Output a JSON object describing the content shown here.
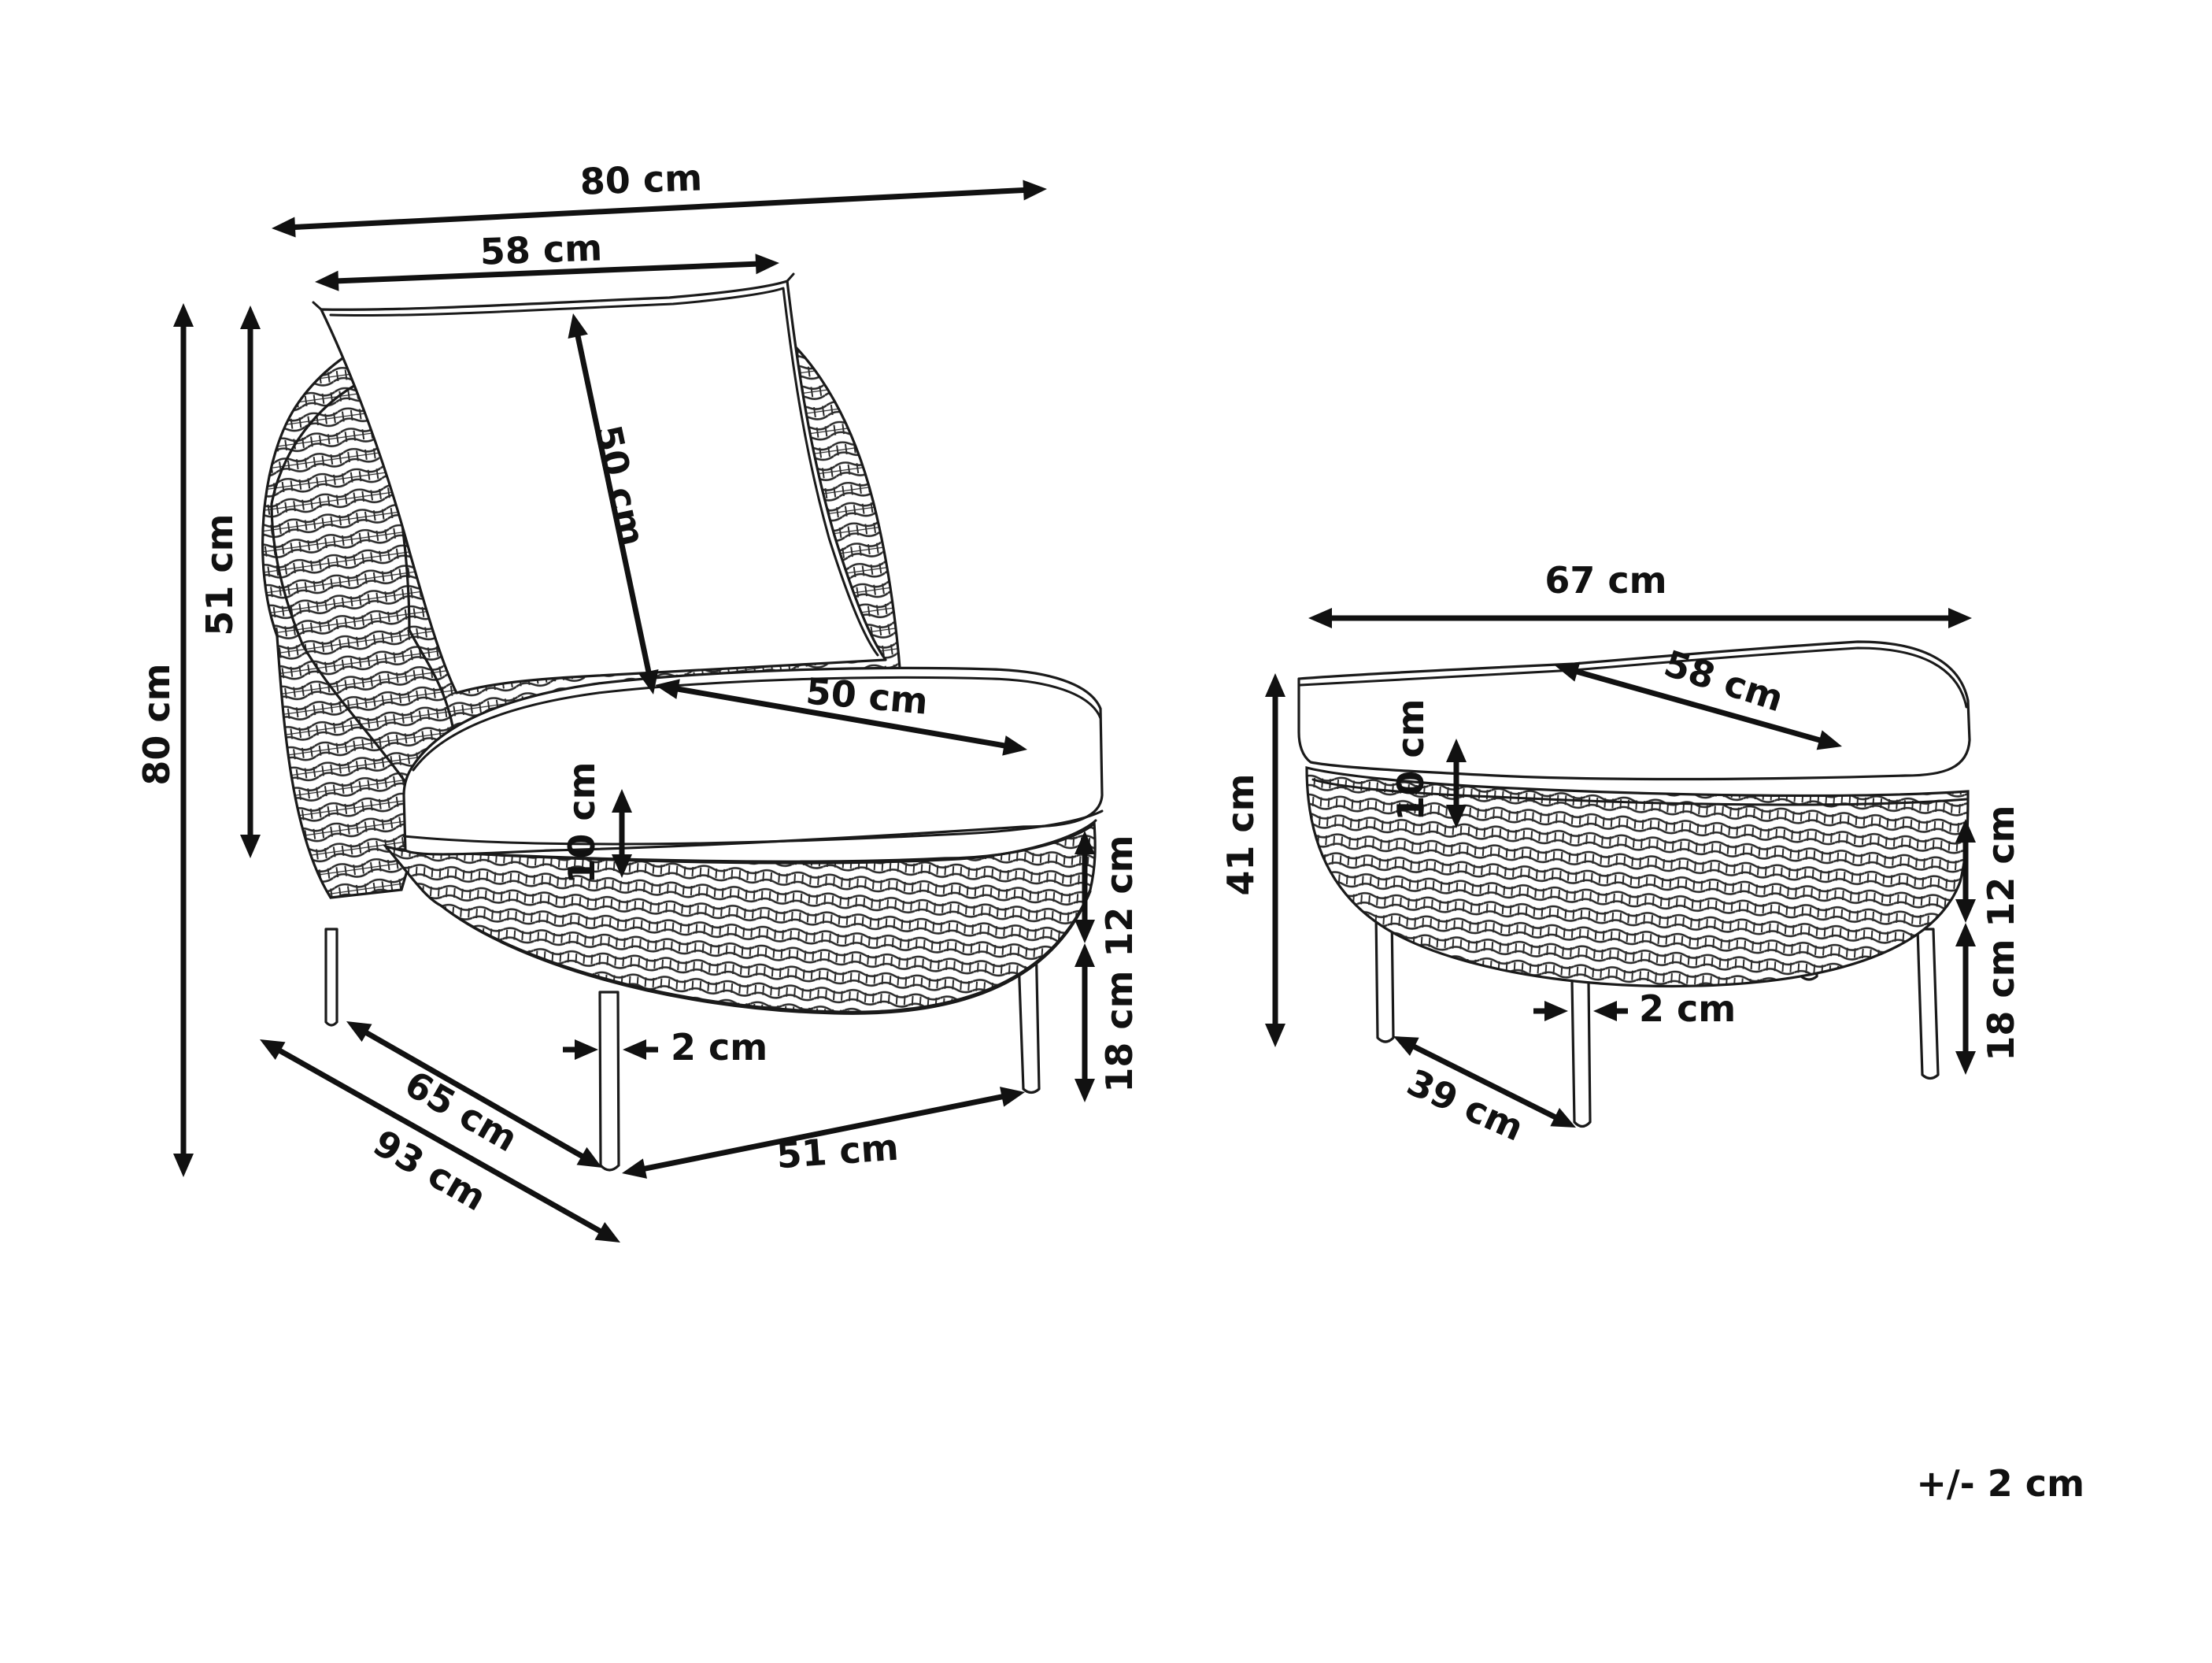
{
  "colors": {
    "line": "#111111",
    "background": "#ffffff",
    "wicker_weave": "#2b2b2b"
  },
  "chair": {
    "total_width": "80 cm",
    "pillow_width": "58 cm",
    "total_height": "80 cm",
    "backrest_height": "51 cm",
    "pillow_height": "50 cm",
    "seat_depth_cushion": "50 cm",
    "cushion_thickness": "10 cm",
    "base_height": "12 cm",
    "leg_height": "18 cm",
    "leg_diameter": "2 cm",
    "leg_spacing_depth": "65 cm",
    "total_depth": "93 cm",
    "leg_spacing_width": "51 cm"
  },
  "ottoman": {
    "total_width": "67 cm",
    "cushion_depth": "58 cm",
    "total_height": "41 cm",
    "cushion_thickness": "10 cm",
    "base_height": "12 cm",
    "leg_height": "18 cm",
    "leg_diameter": "2 cm",
    "leg_spacing": "39 cm"
  },
  "tolerance_note": "+/- 2 cm"
}
